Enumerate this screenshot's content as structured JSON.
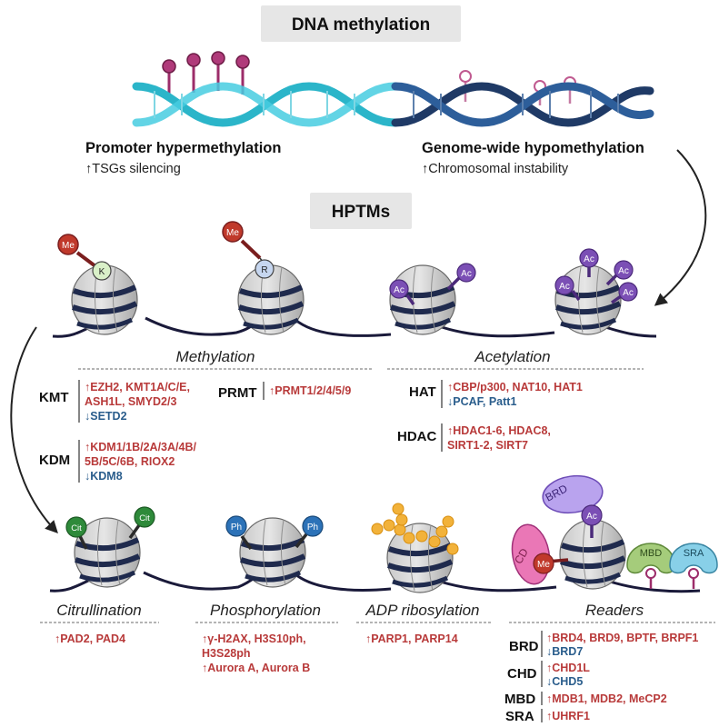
{
  "header": {
    "dna_title": "DNA methylation",
    "hptm_title": "HPTMs"
  },
  "dna": {
    "promoter_title": "Promoter hypermethylation",
    "promoter_sub": "↑TSGs silencing",
    "genome_title": "Genome-wide hypomethylation",
    "genome_sub": "↑Chromosomal instability"
  },
  "marks": {
    "me": "Me",
    "k": "K",
    "r": "R",
    "ac": "Ac",
    "cit": "Cit",
    "ph": "Ph",
    "brd": "BRD",
    "cd": "CD",
    "mbd": "MBD",
    "sra": "SRA"
  },
  "methylation": {
    "title": "Methylation",
    "kmt_label": "KMT",
    "kmt_up1": "↑EZH2, KMT1A/C/E,",
    "kmt_up2": "ASH1L, SMYD2/3",
    "kmt_down": "↓SETD2",
    "prmt_label": "PRMT",
    "prmt_up": "↑PRMT1/2/4/5/9",
    "kdm_label": "KDM",
    "kdm_up1": "↑KDM1/1B/2A/3A/4B/",
    "kdm_up2": "5B/5C/6B, RIOX2",
    "kdm_down": "↓KDM8"
  },
  "acetylation": {
    "title": "Acetylation",
    "hat_label": "HAT",
    "hat_up": "↑CBP/p300, NAT10, HAT1",
    "hat_down": "↓PCAF, Patt1",
    "hdac_label": "HDAC",
    "hdac_up1": "↑HDAC1-6, HDAC8,",
    "hdac_up2": "SIRT1-2, SIRT7"
  },
  "citrullination": {
    "title": "Citrullination",
    "up": "↑PAD2, PAD4"
  },
  "phosphorylation": {
    "title": "Phosphorylation",
    "up1": "↑γ-H2AX, H3S10ph,",
    "up2": "H3S28ph",
    "up3": "↑Aurora A, Aurora B"
  },
  "adp": {
    "title": "ADP ribosylation",
    "up": "↑PARP1, PARP14"
  },
  "readers": {
    "title": "Readers",
    "brd_label": "BRD",
    "brd_up": "↑BRD4, BRD9, BPTF, BRPF1",
    "brd_down": "↓BRD7",
    "chd_label": "CHD",
    "chd_up": "↑CHD1L",
    "chd_down": "↓CHD5",
    "mbd_label": "MBD",
    "mbd_up": "↑MDB1, MDB2, MeCP2",
    "sra_label": "SRA",
    "sra_up": "↑UHRF1"
  },
  "colors": {
    "teal": "#2bb5c9",
    "navy": "#1f3a66",
    "red": "#b83a3a",
    "blue": "#2a5d8c",
    "methyl": "#a8326e",
    "acetyl": "#7b4fb5",
    "cit": "#2e8a3a",
    "phos": "#2c72b8",
    "adp": "#f2b23a"
  }
}
